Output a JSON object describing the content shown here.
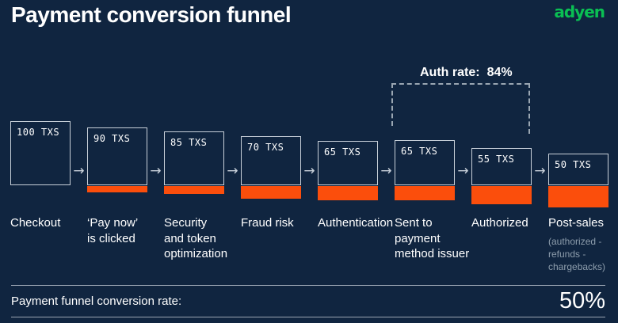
{
  "header": {
    "title": "Payment conversion funnel",
    "brand": "adyen"
  },
  "annotation": {
    "label": "Auth rate:",
    "value": "84%"
  },
  "icons": {
    "arrow": "→"
  },
  "funnel": {
    "stages": [
      {
        "txs": "100 TXS",
        "label": "Checkout"
      },
      {
        "txs": "90 TXS",
        "label": "‘Pay now’\nis clicked"
      },
      {
        "txs": "85 TXS",
        "label": "Security\nand token\noptimization"
      },
      {
        "txs": "70 TXS",
        "label": "Fraud risk"
      },
      {
        "txs": "65 TXS",
        "label": "Authentication"
      },
      {
        "txs": "65 TXS",
        "label": "Sent to\npayment\nmethod issuer"
      },
      {
        "txs": "55 TXS",
        "label": "Authorized"
      },
      {
        "txs": "50 TXS",
        "label": "Post-sales",
        "sublabel": "(authorized -\nrefunds -\nchargebacks)"
      }
    ]
  },
  "footer": {
    "label": "Payment funnel conversion rate:",
    "value": "50%"
  },
  "colors": {
    "background": "#102540",
    "accent_orange": "#fb4e0c",
    "brand_green": "#0abf53",
    "line_gray": "#c8d0d9",
    "subtext_gray": "#8d9dac"
  },
  "chart_data": {
    "type": "funnel",
    "title": "Payment conversion funnel",
    "unit": "TXS",
    "categories": [
      "Checkout",
      "'Pay now' is clicked",
      "Security and token optimization",
      "Fraud risk",
      "Authentication",
      "Sent to payment method issuer",
      "Authorized",
      "Post-sales (authorized - refunds - chargebacks)"
    ],
    "values": [
      100,
      90,
      85,
      70,
      65,
      65,
      55,
      50
    ],
    "annotations": [
      {
        "label": "Auth rate:",
        "value": "84%",
        "spans_stages": [
          "Sent to payment method issuer",
          "Authorized"
        ]
      }
    ],
    "summary": {
      "label": "Payment funnel conversion rate:",
      "value": "50%"
    }
  }
}
